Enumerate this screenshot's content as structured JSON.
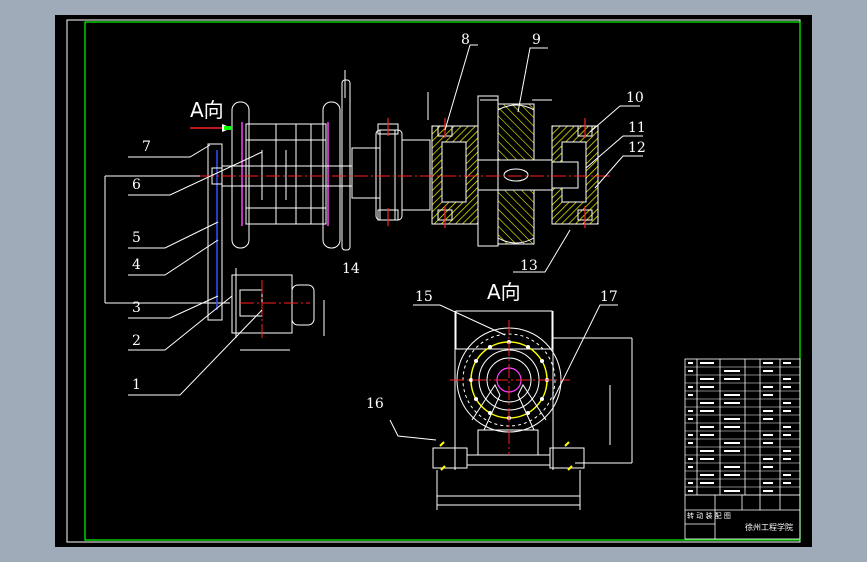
{
  "view_labels": {
    "view_a": "A向",
    "view_a_section": "A向"
  },
  "callouts": [
    "1",
    "2",
    "3",
    "4",
    "5",
    "6",
    "7",
    "8",
    "9",
    "10",
    "11",
    "12",
    "13",
    "14",
    "15",
    "16",
    "17"
  ],
  "title_block": {
    "drawing_title": "转 动 装 配 图",
    "institution": "徐州工程学院"
  },
  "colors": {
    "background": "#000000",
    "frame": "#00ff00",
    "outline": "#ffffff",
    "centerline": "#ff2020",
    "section_hatch": "#ffff00",
    "blue_part": "#3050ff",
    "magenta_part": "#ff40ff",
    "screen_bg": "#9fabb8"
  }
}
